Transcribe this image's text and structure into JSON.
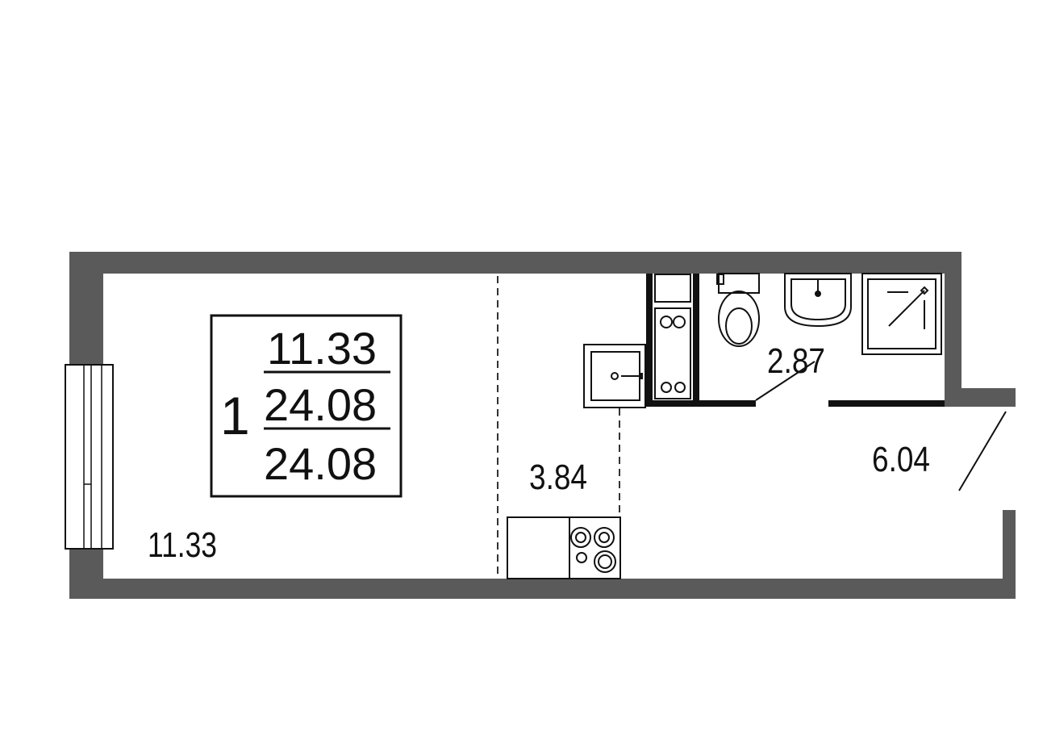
{
  "legend": {
    "rooms": "1",
    "living_area": "11.33",
    "total_area": "24.08",
    "total_area_with_balcony": "24.08"
  },
  "rooms": {
    "living_room": "11.33",
    "kitchen": "3.84",
    "bathroom": "2.87",
    "hallway": "6.04"
  },
  "colors": {
    "wall": "#5a5a5a",
    "line": "#111111",
    "background": "#ffffff"
  }
}
